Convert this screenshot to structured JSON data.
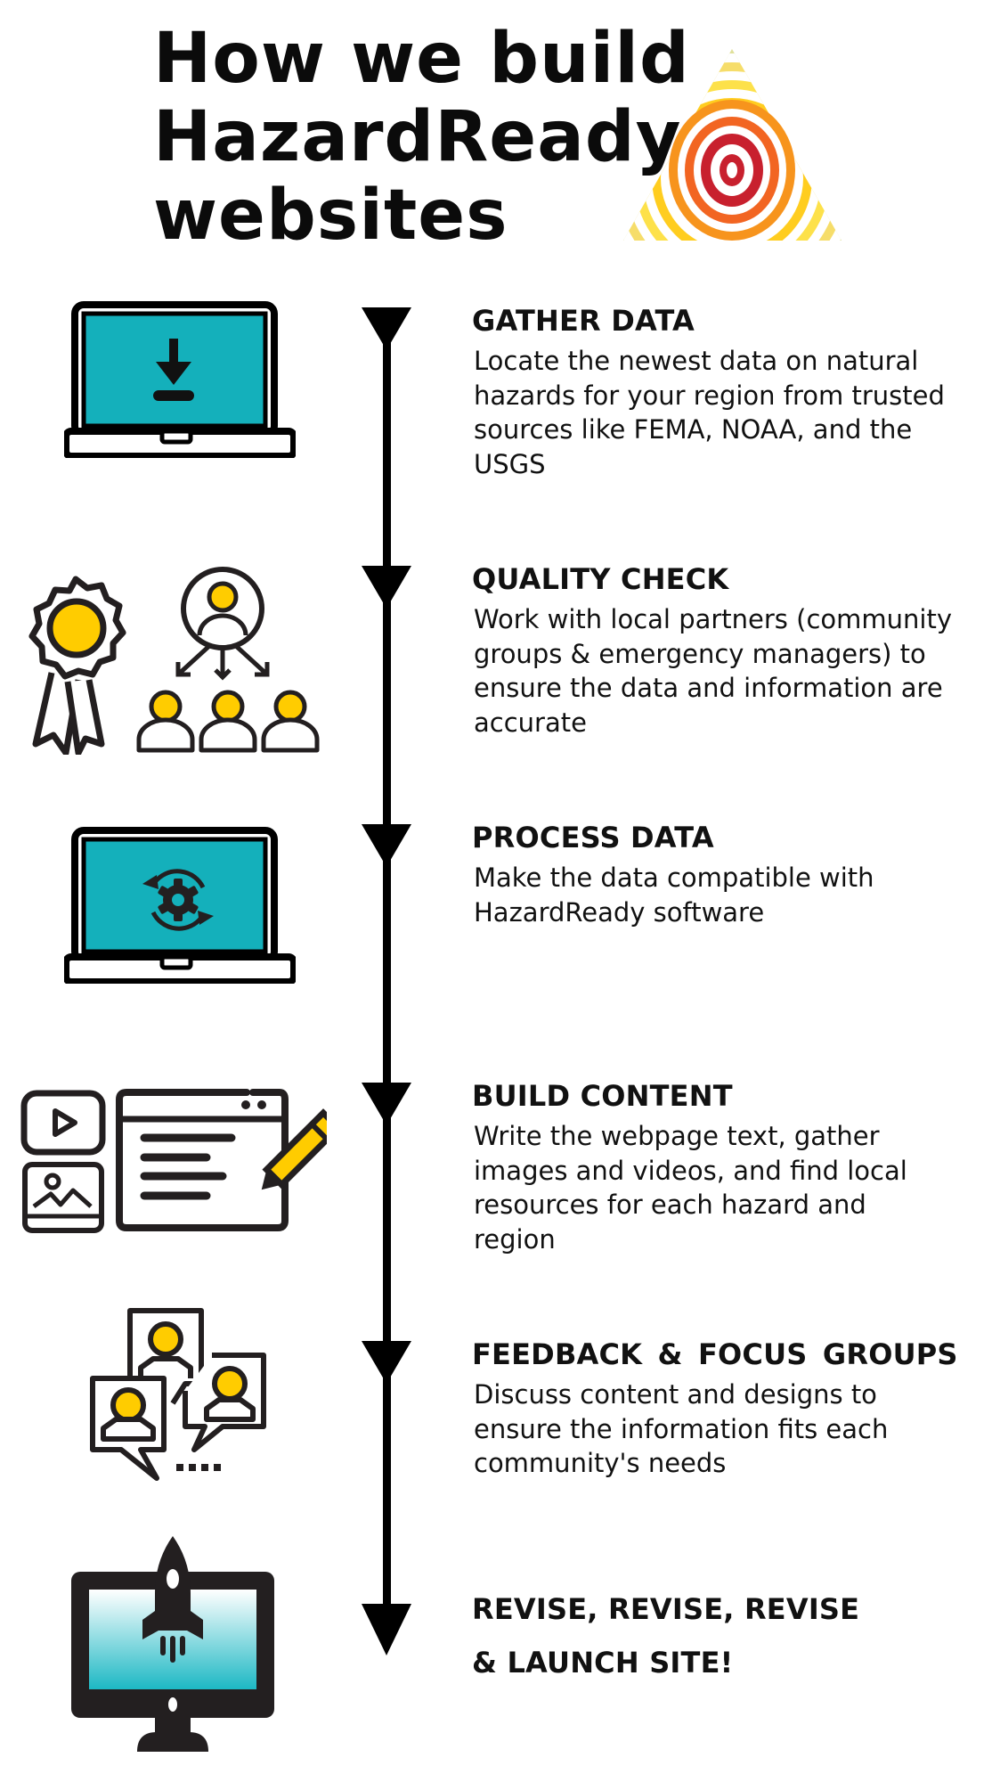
{
  "header": {
    "title_lines": [
      "How we build",
      "HazardReady",
      "websites"
    ],
    "logo_icon": "hazard-target-triangle-icon"
  },
  "colors": {
    "teal": "#14b0bb",
    "yellow": "#ffcc00",
    "dark": "#231f20",
    "orange": "#f28c22",
    "red": "#c8202e"
  },
  "steps": [
    {
      "title": "GATHER DATA",
      "description": "Locate the newest data on natural hazards for your region from trusted sources like FEMA, NOAA, and the USGS",
      "icon": "laptop-download-icon"
    },
    {
      "title": "QUALITY CHECK",
      "description": "Work with local partners (community groups & emergency managers) to ensure the data and information are accurate",
      "icon": "award-ribbon-and-people-network-icon"
    },
    {
      "title": "PROCESS DATA",
      "description": "Make the data compatible with HazardReady software",
      "icon": "laptop-gear-sync-icon"
    },
    {
      "title": "BUILD CONTENT",
      "description": "Write the webpage text, gather images and videos, and find local resources for each hazard and region",
      "icon": "media-webpage-pencil-icon"
    },
    {
      "title": "FEEDBACK & FOCUS GROUPS",
      "description": "Discuss content and designs to ensure the information fits each community's needs",
      "icon": "chat-people-icon"
    }
  ],
  "final_step": {
    "line1": "REVISE, REVISE, REVISE",
    "line2": "& LAUNCH SITE!",
    "icon": "monitor-rocket-icon"
  }
}
